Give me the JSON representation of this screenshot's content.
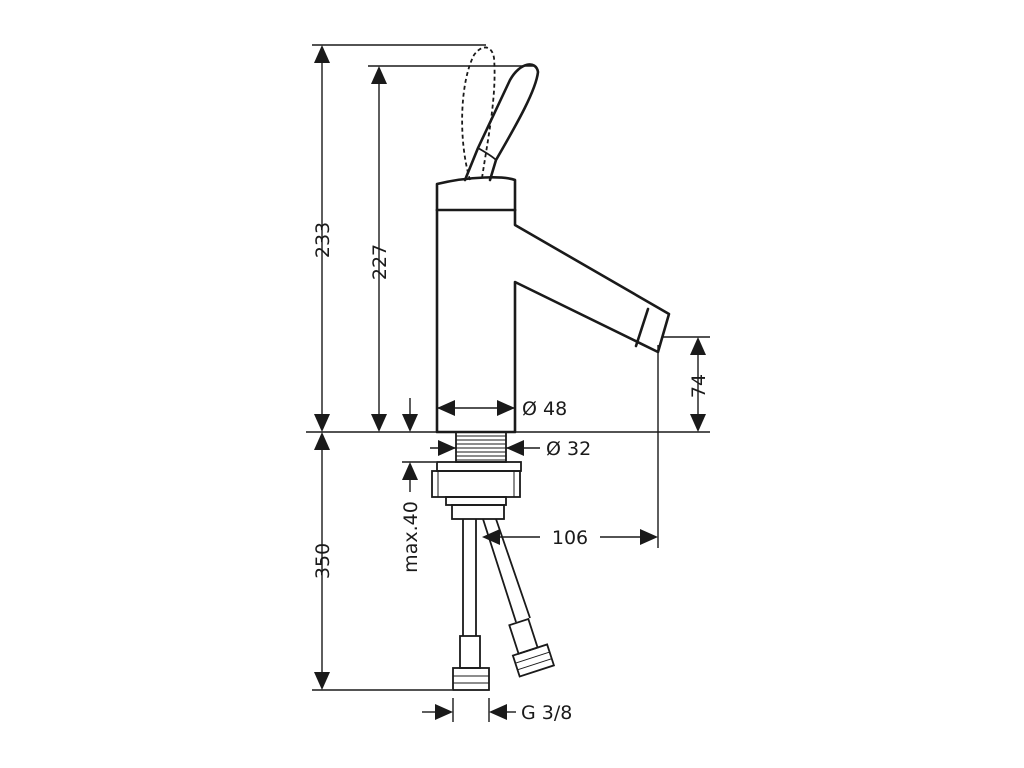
{
  "dimensions": {
    "height_total": "233",
    "height_lever": "227",
    "spout_height": "74",
    "body_diameter": "Ø 48",
    "thread_diameter": "Ø 32",
    "spout_reach": "106",
    "below_deck": "350",
    "max_deck": "max.40",
    "connection": "G 3/8"
  }
}
